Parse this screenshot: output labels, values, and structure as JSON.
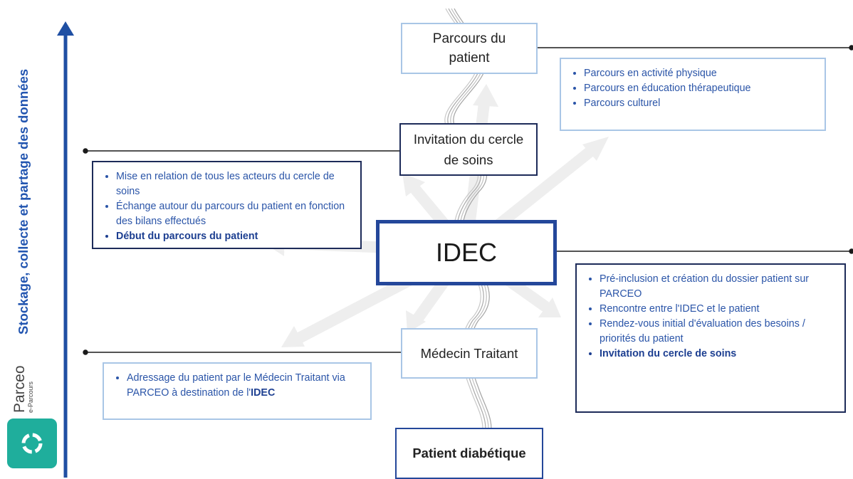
{
  "axis_label": "Stockage, collecte et partage des données",
  "brand": {
    "name": "Parceo",
    "subtitle": "e-Parcours"
  },
  "nodes": {
    "parcours": {
      "line1": "Parcours du",
      "line2": "patient"
    },
    "invitation": {
      "line1": "Invitation du cercle",
      "line2": "de soins"
    },
    "idec": "IDEC",
    "medecin": "Médecin Traitant",
    "patient": "Patient diabétique"
  },
  "info_parcours": [
    "Parcours en activité physique",
    "Parcours en éducation thérapeutique",
    "Parcours culturel"
  ],
  "info_invitation": [
    "Mise en relation de tous les acteurs du cercle de soins",
    "Échange autour du parcours du patient en fonction des bilans effectués",
    "Début du parcours du patient"
  ],
  "info_idec": [
    "Pré-inclusion et création du dossier patient sur PARCEO",
    "Rencontre entre l'IDEC et le patient",
    "Rendez-vous initial d'évaluation des besoins / priorités du patient",
    "Invitation du cercle de soins"
  ],
  "info_medecin": {
    "text": "Adressage du patient par le Médecin Traitant via PARCEO à destination de l'",
    "bold": "IDEC"
  },
  "colors": {
    "axis": "#1f4fa3",
    "dark_border": "#1d2b59",
    "light_border": "#a9c6e6",
    "idec_border": "#24479a",
    "bullet_text": "#2b55a8",
    "logo": "#1fae9c"
  }
}
